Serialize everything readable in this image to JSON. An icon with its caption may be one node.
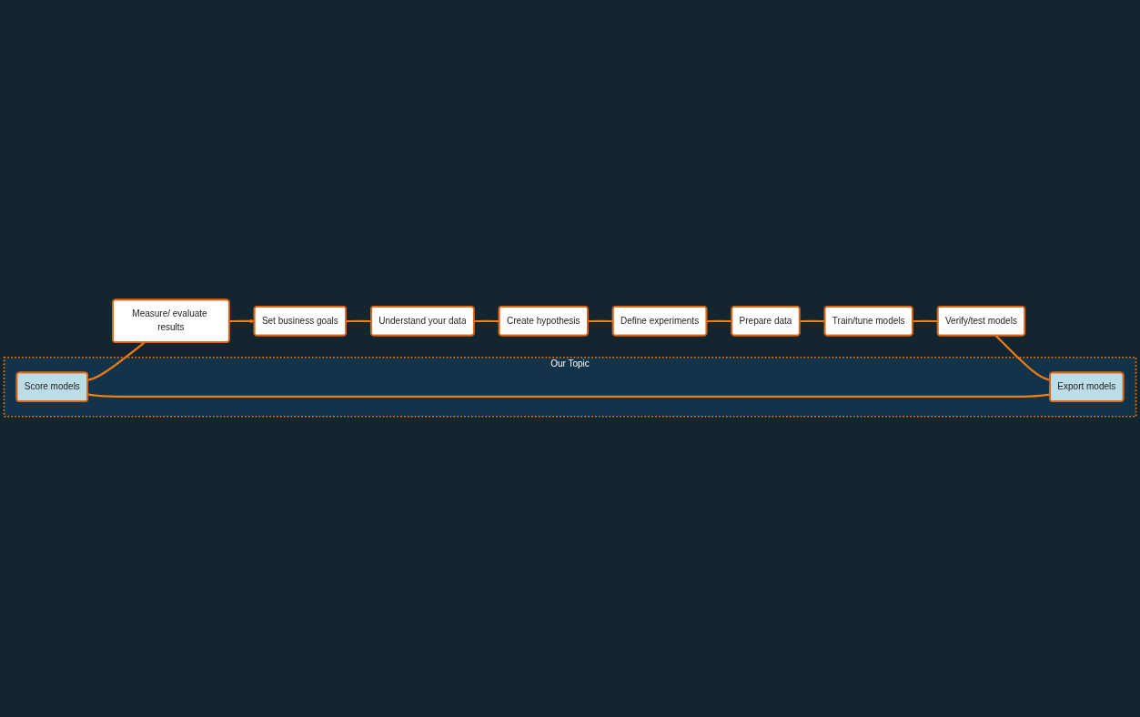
{
  "diagram": {
    "nodes": [
      {
        "text": [
          "Our Topic"
        ]
      },
      {
        "text": [
          "Measure/ evaluate results"
        ]
      },
      {
        "text": [
          "Set business goals"
        ]
      },
      {
        "text": [
          "Score models"
        ],
        "in": 0
      },
      {
        "text": [
          "Understand your data"
        ]
      },
      {
        "text": [
          "Export models"
        ],
        "in": 0
      },
      {
        "text": [
          "Create hypothesis"
        ]
      },
      {
        "text": [
          "Verify/test models"
        ]
      },
      {
        "text": [
          "Define experiments"
        ]
      },
      {
        "text": [
          "Train/tune models"
        ]
      },
      {
        "text": [
          "Prepare data"
        ]
      }
    ],
    "edges": [
      {
        "from": 1,
        "to": 2,
        "arrow": "to"
      },
      {
        "from": 2,
        "to": 4,
        "arrow": "none"
      },
      {
        "from": 4,
        "to": 6,
        "arrow": "none"
      },
      {
        "from": 6,
        "to": 8,
        "arrow": "none"
      },
      {
        "from": 8,
        "to": 10,
        "arrow": "none"
      },
      {
        "from": 10,
        "to": 9,
        "arrow": "none"
      },
      {
        "from": 9,
        "to": 7,
        "arrow": "none"
      },
      {
        "from": 7,
        "to": 5,
        "arrow": "none"
      },
      {
        "from": 5,
        "to": 3,
        "arrow": "none"
      },
      {
        "from": 3,
        "to": 1,
        "arrow": "none"
      }
    ]
  }
}
